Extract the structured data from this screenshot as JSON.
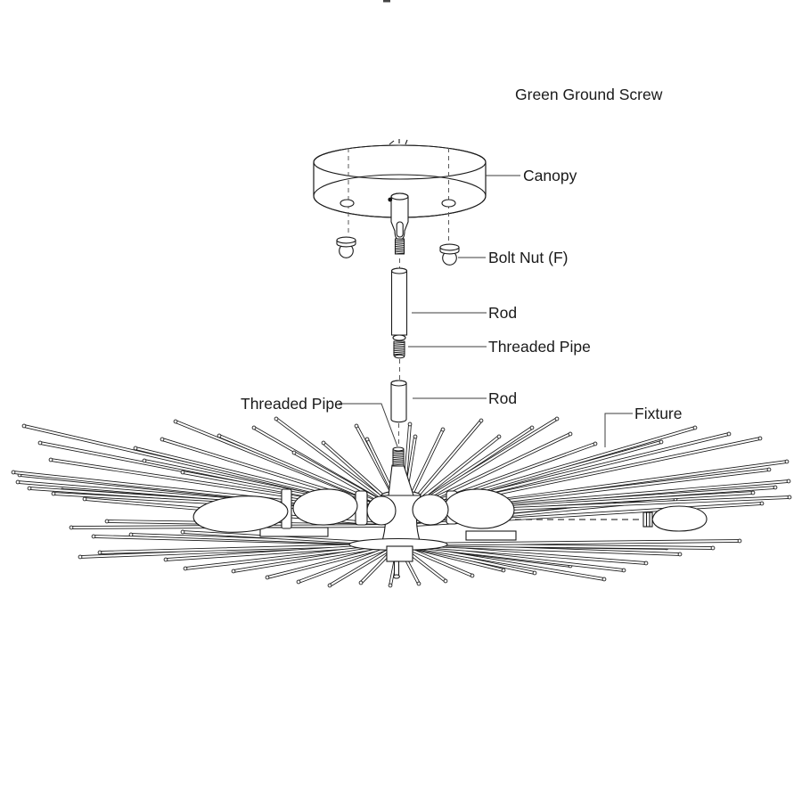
{
  "colors": {
    "line": "#1a1a1a",
    "leader": "#3d3d3d",
    "background": "#ffffff"
  },
  "labels": {
    "green_ground_screw": "Green Ground Screw",
    "canopy": "Canopy",
    "bolt_nut": "Bolt Nut (F)",
    "rod_upper": "Rod",
    "threaded_pipe_upper": "Threaded Pipe",
    "rod_lower": "Rod",
    "threaded_pipe_lower": "Threaded Pipe",
    "fixture": "Fixture"
  }
}
